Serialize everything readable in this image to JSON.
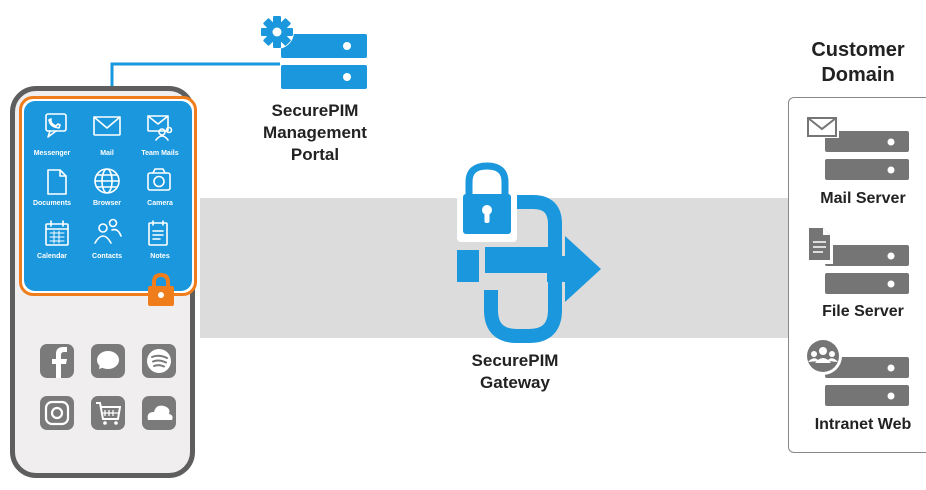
{
  "management_portal": {
    "lines": [
      "SecurePIM",
      "Management",
      "Portal"
    ]
  },
  "gateway": {
    "lines": [
      "SecurePIM",
      "Gateway"
    ]
  },
  "customer_domain": {
    "title_lines": [
      "Customer",
      "Domain"
    ],
    "servers": [
      {
        "label": "Mail Server",
        "icon": "envelope-icon"
      },
      {
        "label": "File Server",
        "icon": "document-icon"
      },
      {
        "label": "Intranet Web",
        "icon": "users-icon"
      }
    ]
  },
  "phone": {
    "secure_apps": [
      {
        "label": "Messenger",
        "icon": "messenger-icon"
      },
      {
        "label": "Mail",
        "icon": "mail-icon"
      },
      {
        "label": "Team Mails",
        "icon": "team-mails-icon"
      },
      {
        "label": "Documents",
        "icon": "documents-icon"
      },
      {
        "label": "Browser",
        "icon": "browser-icon"
      },
      {
        "label": "Camera",
        "icon": "camera-icon"
      },
      {
        "label": "Calendar",
        "icon": "calendar-icon"
      },
      {
        "label": "Contacts",
        "icon": "contacts-icon"
      },
      {
        "label": "Notes",
        "icon": "notes-icon"
      }
    ],
    "personal_apps": [
      {
        "icon": "facebook-icon"
      },
      {
        "icon": "chat-icon"
      },
      {
        "icon": "spotify-icon"
      },
      {
        "icon": "instagram-icon"
      },
      {
        "icon": "shop-icon"
      },
      {
        "icon": "cloud-icon"
      }
    ]
  },
  "colors": {
    "secure_blue": "#1a97dd",
    "lock_orange": "#f07d1c",
    "band_gray": "#dcdcdc",
    "server_gray": "#757575",
    "phone_frame": "#5e5e5e"
  }
}
